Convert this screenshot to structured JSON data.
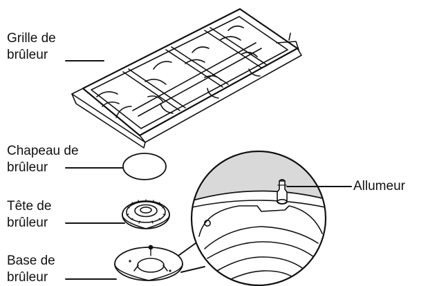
{
  "labels": {
    "grille": {
      "line1": "Grille de",
      "line2": "brûleur"
    },
    "chapeau": {
      "line1": "Chapeau de",
      "line2": "brûleur"
    },
    "tete": {
      "line1": "Tête de",
      "line2": "brûleur"
    },
    "base": {
      "line1": "Base de",
      "line2": "brûleur"
    },
    "allumeur": "Allumeur"
  },
  "colors": {
    "line": "#111111",
    "shade": "#d9d9d9",
    "background": "#ffffff"
  }
}
